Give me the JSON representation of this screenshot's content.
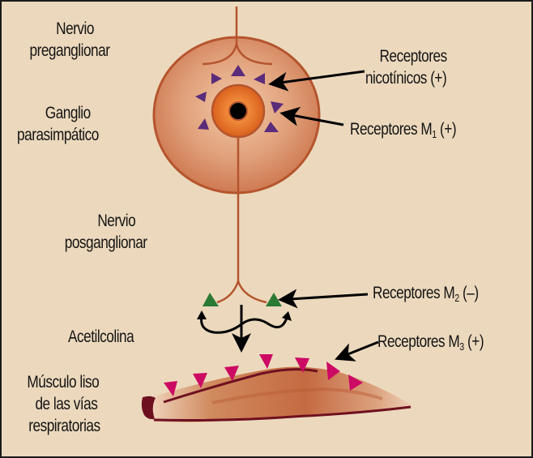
{
  "labels": {
    "nervio_preganglionar": [
      "Nervio",
      "preganglionar"
    ],
    "ganglio_parasimpatico": [
      "Ganglio",
      "parasimpático"
    ],
    "nervio_posganglionar": [
      "Nervio",
      "posganglionar"
    ],
    "acetilcolina": "Acetilcolina",
    "musculo_liso": [
      "Músculo liso",
      "de las vías",
      "respiratorias"
    ],
    "receptores_nicotinicos": [
      "Receptores",
      "nicotínicos (+)"
    ],
    "receptores_m1": {
      "prefix": "Receptores M",
      "sub": "1",
      "suffix": " (+)"
    },
    "receptores_m2": {
      "prefix": "Receptores M",
      "sub": "2",
      "suffix": " (–)"
    },
    "receptores_m3": {
      "prefix": "Receptores M",
      "sub": "3",
      "suffix": " (+)"
    }
  },
  "colors": {
    "background": "#ecd9bd",
    "nerve": "#b5552e",
    "ganglion_fill": "#d98d66",
    "cell_body": "#e06a24",
    "nucleus": "#000000",
    "nicotinic_m1_receptor": "#5a2c7a",
    "m2_receptor": "#2a7a34",
    "m3_receptor": "#cc0a63",
    "muscle": "#c9764a",
    "muscle_edge": "#6e1020",
    "arrow": "#000000"
  }
}
